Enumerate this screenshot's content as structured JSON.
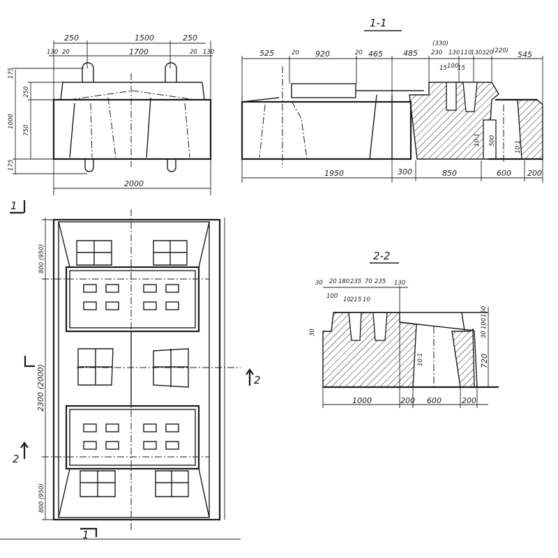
{
  "elevation": {
    "top_dims": [
      "250",
      "1500",
      "250"
    ],
    "second_dims": [
      "130",
      "20",
      "1700",
      "20",
      "130"
    ],
    "left_dims": [
      "175",
      "250",
      "1000",
      "750",
      "175"
    ],
    "bottom_dim": "2000"
  },
  "section_1_1": {
    "title": "1-1",
    "top_dims": [
      "525",
      "20",
      "920",
      "20",
      "465",
      "485",
      "230",
      "130",
      "110",
      "130",
      "320",
      "(220)",
      "545"
    ],
    "note_330": "(330)",
    "small_dims": [
      "15",
      "100",
      "15"
    ],
    "bottom_dims": [
      "1950",
      "300",
      "850",
      "600",
      "200"
    ],
    "slopes": [
      "10:1",
      "10:1"
    ],
    "inner_dim": "500"
  },
  "plan": {
    "left_dims": [
      "800 (950)",
      "2300 (2000)",
      "800 (950)"
    ],
    "section_marks": [
      "1",
      "1",
      "2",
      "2"
    ]
  },
  "section_2_2": {
    "title": "2-2",
    "top_dims": [
      "30",
      "20",
      "180",
      "235",
      "70",
      "235",
      "130"
    ],
    "small_dims": [
      "100",
      "10",
      "215",
      "10"
    ],
    "right_dims": [
      "150",
      "100",
      "30",
      "720"
    ],
    "left_dim": "30",
    "slope": "10:1",
    "bottom_dims": [
      "1000",
      "200",
      "600",
      "200"
    ]
  }
}
